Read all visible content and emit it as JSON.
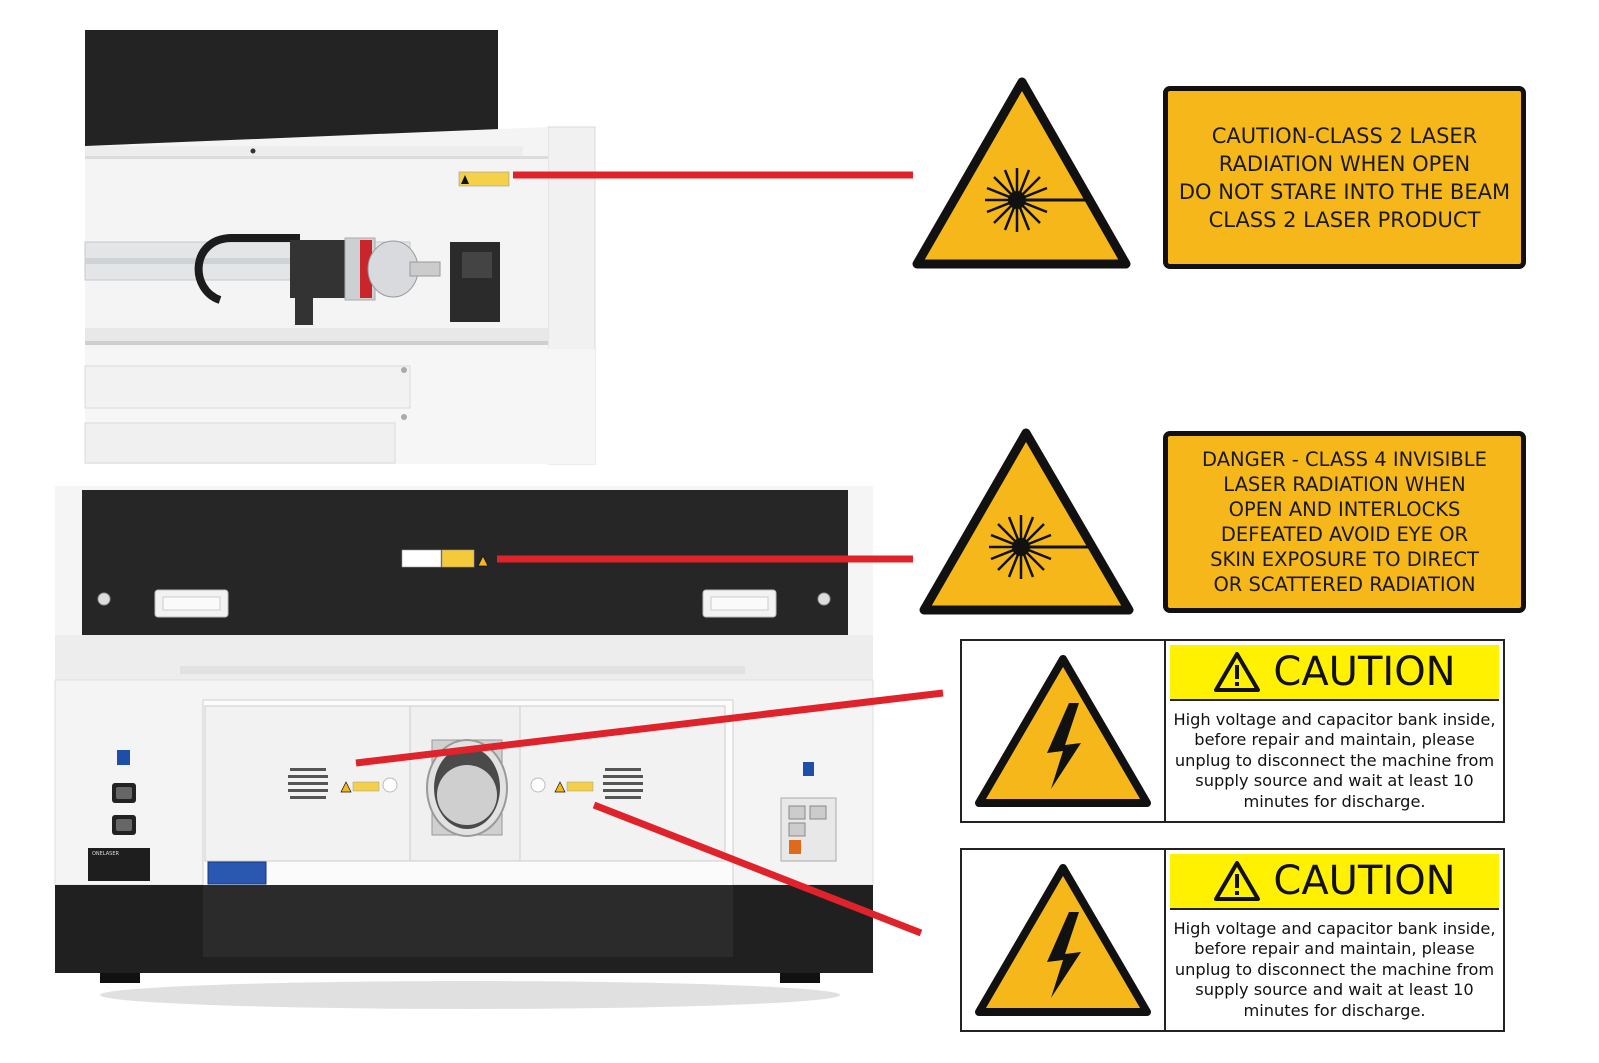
{
  "colors": {
    "sign_yellow": "#f6b71b",
    "caution_header_yellow": "#fff100",
    "leader_red": "#e0222a",
    "machine_dark": "#262626",
    "machine_light": "#f3f3f3"
  },
  "laser_labels": [
    {
      "lines": [
        "CAUTION-CLASS 2 LASER",
        "RADIATION WHEN OPEN",
        "DO NOT STARE INTO THE BEAM",
        "CLASS 2 LASER PRODUCT"
      ],
      "icon": "laser-warning-icon"
    },
    {
      "lines": [
        "DANGER - CLASS 4 INVISIBLE",
        "LASER RADIATION WHEN",
        "OPEN AND INTERLOCKS",
        "DEFEATED AVOID EYE OR",
        "SKIN EXPOSURE TO DIRECT",
        "OR SCATTERED RADIATION"
      ],
      "icon": "laser-warning-icon"
    }
  ],
  "caution_panels": [
    {
      "title": "CAUTION",
      "lines": [
        "High voltage and capacitor bank inside,",
        "before repair and maintain, please",
        "unplug to disconnect the machine from",
        "supply source and wait at least 10",
        "minutes for discharge."
      ],
      "icon": "high-voltage-icon"
    },
    {
      "title": "CAUTION",
      "lines": [
        "High voltage and capacitor bank inside,",
        "before repair and maintain, please",
        "unplug to disconnect the machine from",
        "supply source and wait at least 10",
        "minutes for discharge."
      ],
      "icon": "high-voltage-icon"
    }
  ],
  "machine": {
    "nameplate_brand": "ONELASER"
  }
}
